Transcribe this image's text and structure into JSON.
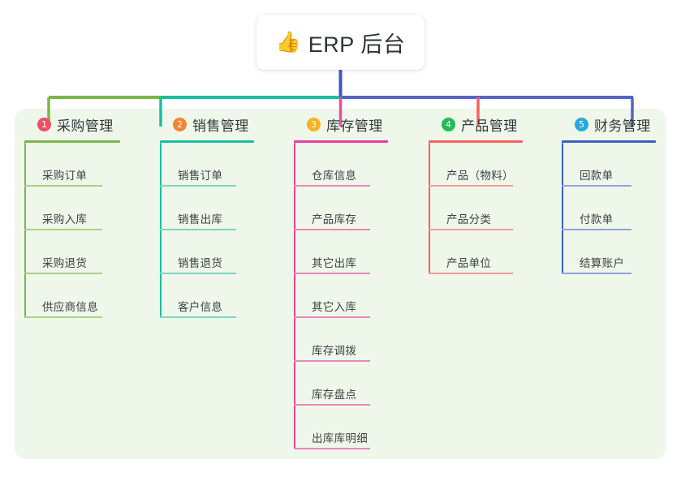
{
  "diagram": {
    "type": "mind-map",
    "background_color": "#ffffff",
    "panel_color": "#eef7e9",
    "root": {
      "icon": "thumbs-up-icon",
      "emoji": "👍",
      "label": "ERP 后台",
      "stem_color": "#4056c0"
    },
    "trunk": {
      "segments": [
        {
          "color": "#7ab648"
        },
        {
          "color": "#17bfa4"
        },
        {
          "color": "#5563c8"
        }
      ]
    },
    "columns": [
      {
        "index": "1",
        "title": "采购管理",
        "badge_number": "1",
        "badge_color": "#ef4f63",
        "line_color": "#7ab648",
        "leaf_line_color": "#a9d287",
        "drop_color": "#7ab648",
        "items": [
          {
            "label": "采购订单"
          },
          {
            "label": "采购入库"
          },
          {
            "label": "采购退货"
          },
          {
            "label": "供应商信息"
          }
        ]
      },
      {
        "index": "2",
        "title": "销售管理",
        "badge_number": "2",
        "badge_color": "#f3852f",
        "line_color": "#17bfa4",
        "leaf_line_color": "#7fd3c6",
        "drop_color": "#17bfa4",
        "items": [
          {
            "label": "销售订单"
          },
          {
            "label": "销售出库"
          },
          {
            "label": "销售退货"
          },
          {
            "label": "客户信息"
          }
        ]
      },
      {
        "index": "3",
        "title": "库存管理",
        "badge_number": "3",
        "badge_color": "#f5b324",
        "line_color": "#e8409b",
        "leaf_line_color": "#eb86bd",
        "drop_color": "#ec4d9b",
        "items": [
          {
            "label": "仓库信息"
          },
          {
            "label": "产品库存"
          },
          {
            "label": "其它出库"
          },
          {
            "label": "其它入库"
          },
          {
            "label": "库存调拨"
          },
          {
            "label": "库存盘点"
          },
          {
            "label": "出库库明细"
          }
        ]
      },
      {
        "index": "4",
        "title": "产品管理",
        "badge_number": "4",
        "badge_color": "#22bb55",
        "line_color": "#f4625f",
        "leaf_line_color": "#f59b97",
        "drop_color": "#f4625f",
        "items": [
          {
            "label": "产品（物料）"
          },
          {
            "label": "产品分类"
          },
          {
            "label": "产品单位"
          }
        ]
      },
      {
        "index": "5",
        "title": "财务管理",
        "badge_number": "5",
        "badge_color": "#29a8e0",
        "line_color": "#3c5fc4",
        "leaf_line_color": "#8ea4de",
        "drop_color": "#5563c8",
        "items": [
          {
            "label": "回款单"
          },
          {
            "label": "付款单"
          },
          {
            "label": "结算账户"
          }
        ]
      }
    ]
  }
}
